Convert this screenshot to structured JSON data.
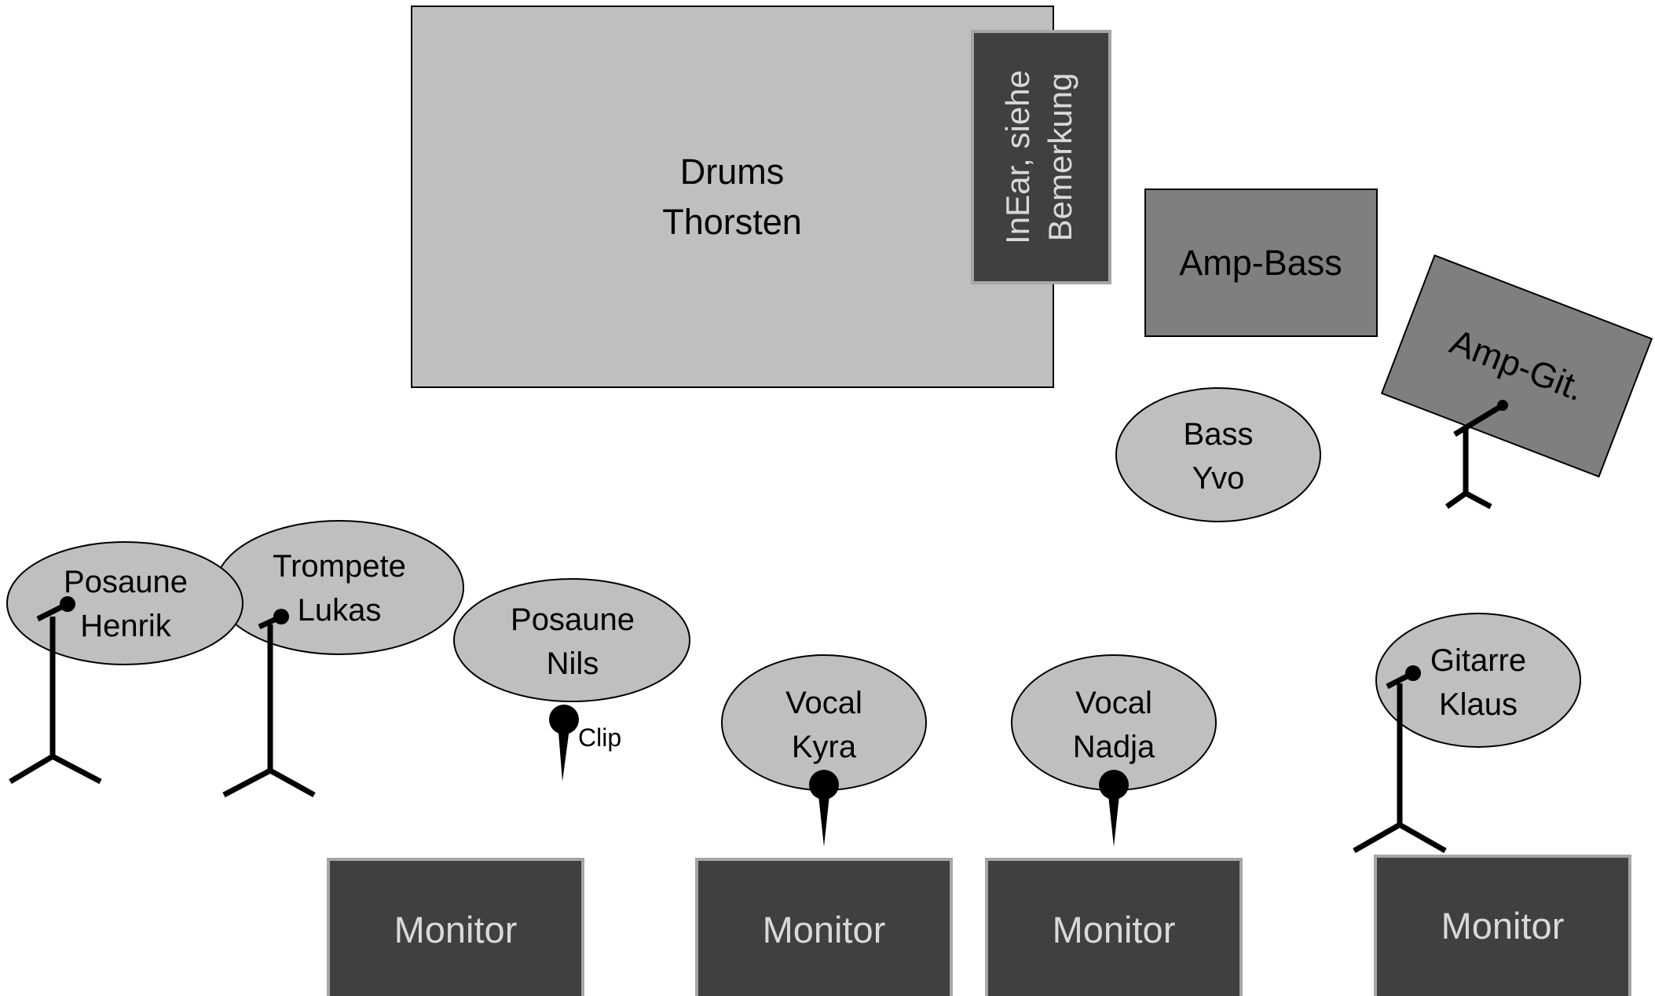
{
  "drums": {
    "line1": "Drums",
    "line2": "Thorsten"
  },
  "inear": {
    "line1": "InEar, siehe",
    "line2": "Bemerkung"
  },
  "amp_bass": {
    "label": "Amp-Bass"
  },
  "amp_git": {
    "label": "Amp-Git."
  },
  "bass": {
    "line1": "Bass",
    "line2": "Yvo"
  },
  "posaune_henrik": {
    "line1": "Posaune",
    "line2": "Henrik"
  },
  "trompete_lukas": {
    "line1": "Trompete",
    "line2": "Lukas"
  },
  "posaune_nils": {
    "line1": "Posaune",
    "line2": "Nils"
  },
  "clip": {
    "label": "Clip"
  },
  "vocal_kyra": {
    "line1": "Vocal",
    "line2": "Kyra"
  },
  "vocal_nadja": {
    "line1": "Vocal",
    "line2": "Nadja"
  },
  "gitarre_klaus": {
    "line1": "Gitarre",
    "line2": "Klaus"
  },
  "monitors": {
    "label1": "Monitor",
    "label2": "Monitor",
    "label3": "Monitor",
    "label4": "Monitor"
  },
  "colors": {
    "light_gray": "#bfbfbf",
    "mid_gray": "#7f7f7f",
    "dark_gray": "#404040",
    "monitor_text": "#d9d9d9",
    "black": "#000000"
  }
}
